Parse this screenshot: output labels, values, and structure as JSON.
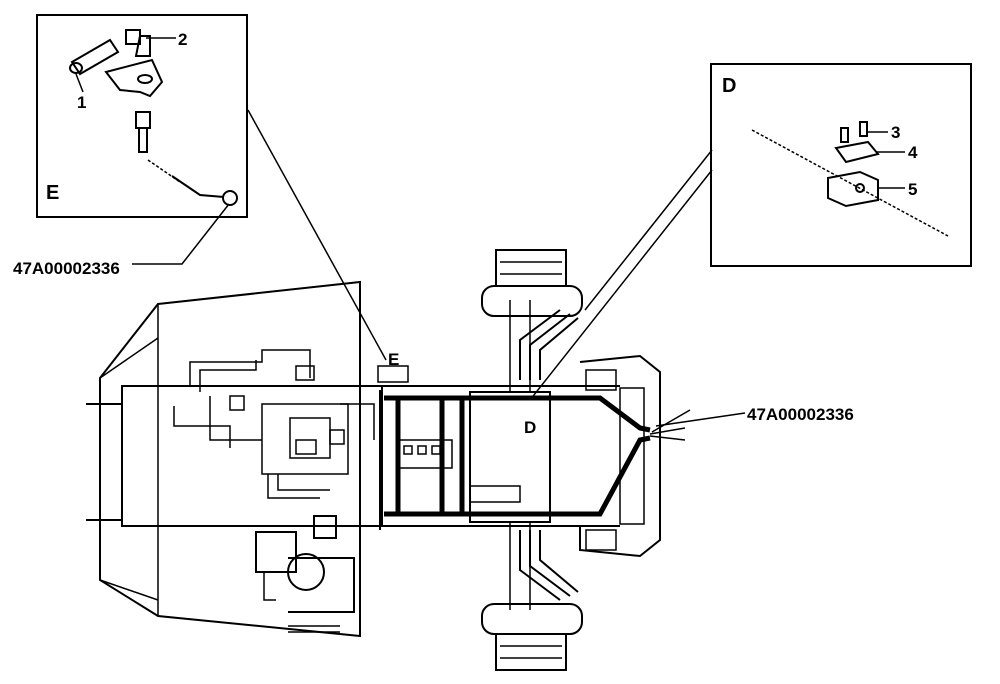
{
  "detail_e": {
    "letter": "E",
    "callout_1": "1",
    "callout_2": "2"
  },
  "detail_d": {
    "letter": "D",
    "callout_3": "3",
    "callout_4": "4",
    "callout_5": "5"
  },
  "part_numbers": {
    "left": "47A00002336",
    "right": "47A00002336"
  },
  "markers": {
    "e": "E",
    "d": "D"
  }
}
